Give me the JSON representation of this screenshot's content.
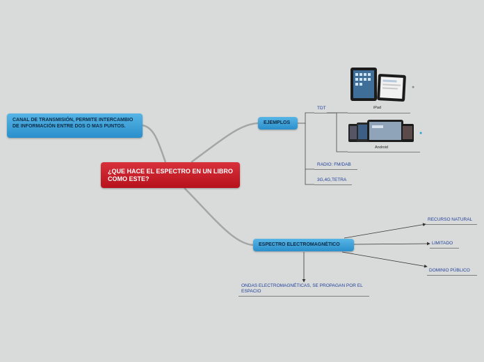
{
  "central": {
    "title": "¿QUE HACE EL ESPECTRO EN UN LIBRO COMO ESTE?"
  },
  "left_topic": {
    "text": "CANAL DE TRANSMISIÓN, PERMITE INTERCAMBIO DE INFORMACIÓN ENTRE DOS O MAS PUNTOS."
  },
  "ejemplos": {
    "label": "EJEMPLOS",
    "items": [
      "TDT",
      "RADIO: FM/DAB",
      "3G,4G,TETRA"
    ],
    "images": [
      {
        "caption": "iPad",
        "icon": "apple-icon"
      },
      {
        "caption": "Android",
        "icon": "android-icon"
      }
    ]
  },
  "espectro": {
    "label": "ESPECTRO ELECTROMAGNÉTICO",
    "items": [
      "RECURSO NATURAL",
      "LIMITADO",
      "DOMINIO PÚBLICO"
    ],
    "below": "ONDAS ELECTROMAGNÉTICAS, SE PROPAGAN POR EL ESPACIO"
  },
  "colors": {
    "background": "#d9dbda",
    "central": "#c11c26",
    "topic_blue": "#3a9fd8",
    "leaf_text": "#1f3f9a"
  }
}
